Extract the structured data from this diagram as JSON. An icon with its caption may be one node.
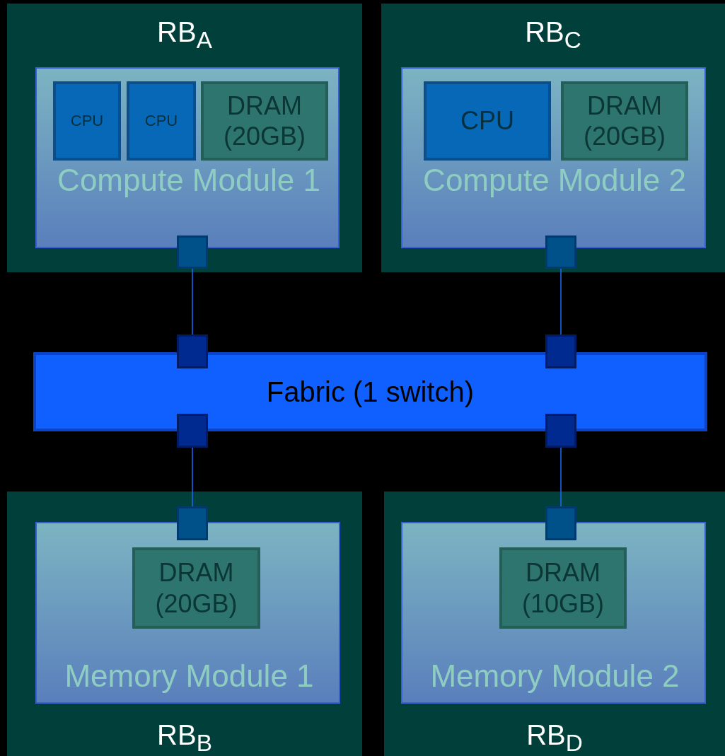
{
  "diagram": {
    "nodes": [
      {
        "text": [
          "RB$_{A}$"
        ]
      },
      {
        "text": [
          "Compute Module 1"
        ],
        "in": 0
      },
      {
        "text": [
          "CPU"
        ],
        "in": 1
      },
      {
        "text": [
          "CPU"
        ],
        "in": 1
      },
      {
        "text": [
          "DRAM (20GB)"
        ],
        "in": 1
      },
      {
        "text": [],
        "shape": "box",
        "in": 0
      },
      {
        "text": [
          "RB$_{C}$"
        ]
      },
      {
        "text": [
          "Compute Module 2"
        ],
        "in": 6
      },
      {
        "text": [
          "CPU"
        ],
        "in": 7
      },
      {
        "text": [
          "DRAM (20GB)"
        ],
        "in": 7
      },
      {
        "text": [],
        "shape": "box",
        "in": 6
      },
      {
        "text": [
          "Fabric (1 switch)"
        ]
      },
      {
        "text": [],
        "shape": "box"
      },
      {
        "text": [],
        "shape": "box"
      },
      {
        "text": [],
        "shape": "box"
      },
      {
        "text": [],
        "shape": "box"
      },
      {
        "text": [
          "RB$_{B}$"
        ]
      },
      {
        "text": [
          "Memory Module 1"
        ],
        "in": 16
      },
      {
        "text": [
          "DRAM (20GB)"
        ],
        "in": 17
      },
      {
        "text": [],
        "shape": "box",
        "in": 16
      },
      {
        "text": [
          "RB$_{D}$"
        ]
      },
      {
        "text": [
          "Memory Module 2"
        ],
        "in": 20
      },
      {
        "text": [
          "DRAM (10GB)"
        ],
        "in": 21
      },
      {
        "text": [],
        "shape": "box",
        "in": 20
      }
    ],
    "edges": [
      {
        "from": 5,
        "to": 12,
        "arrow": "none"
      },
      {
        "from": 10,
        "to": 13,
        "arrow": "none"
      },
      {
        "from": 14,
        "to": 19,
        "arrow": "none"
      },
      {
        "from": 15,
        "to": 23,
        "arrow": "none"
      }
    ]
  }
}
